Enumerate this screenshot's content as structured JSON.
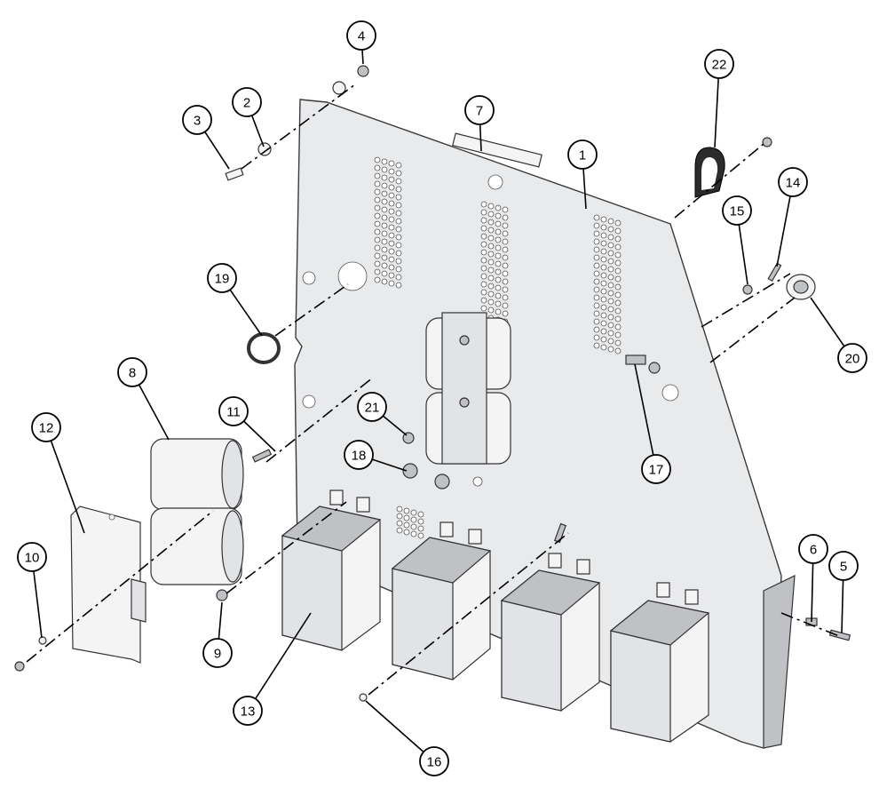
{
  "callouts": [
    "1",
    "2",
    "3",
    "4",
    "5",
    "6",
    "7",
    "8",
    "9",
    "10",
    "11",
    "12",
    "13",
    "14",
    "15",
    "16",
    "17",
    "18",
    "19",
    "20",
    "21",
    "22"
  ],
  "colors": {
    "line": "#000000",
    "plate": "#e9eaec",
    "part": "#e2e3e6",
    "background": "#ffffff"
  }
}
